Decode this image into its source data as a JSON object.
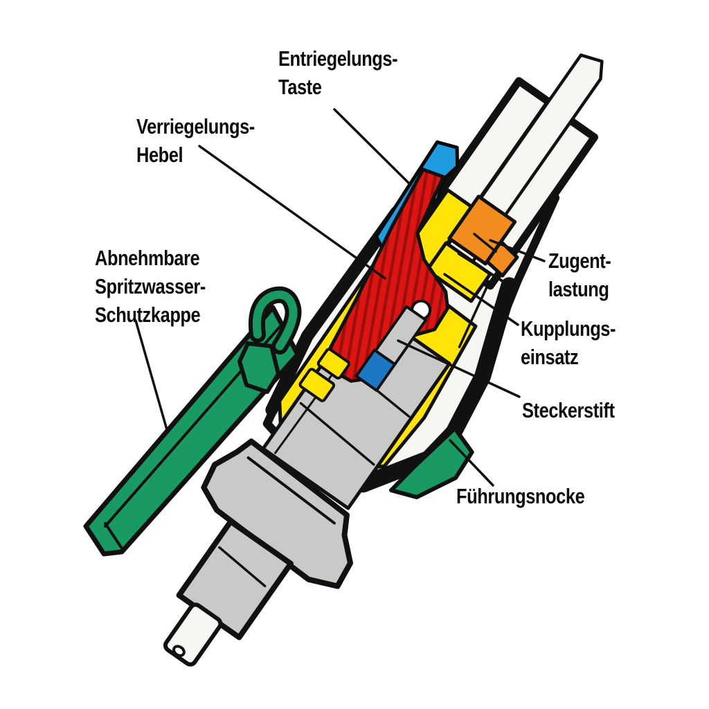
{
  "labels": {
    "entriegelungs": [
      "Entriegelungs-",
      "Taste"
    ],
    "verriegelungs": [
      "Verriegelungs-",
      "Hebel"
    ],
    "schutzkappe": [
      "Abnehmbare",
      "Spritzwasser-",
      "Schutzkappe"
    ],
    "zugentlastung": [
      "Zugent-",
      "lastung"
    ],
    "kupplungseinsatz": [
      "Kupplungs-",
      "einsatz"
    ],
    "steckerstift": [
      "Steckerstift"
    ],
    "fuehrungsnocke": [
      "Führungsnocke"
    ]
  },
  "colors": {
    "lever_red": "#dd1512",
    "lever_hatch_dark_red": "#9c0f0c",
    "insert_yellow": "#ffe40a",
    "button_blue": "#1e9ce2",
    "pin_blue": "#1c77c5",
    "strain_relief_orange": "#f28c1e",
    "cap_green": "#189a62",
    "body_gray": "#c9cac7",
    "shell_white": "#f6f6f2",
    "outline_black": "#111111",
    "background": "#ffffff"
  }
}
